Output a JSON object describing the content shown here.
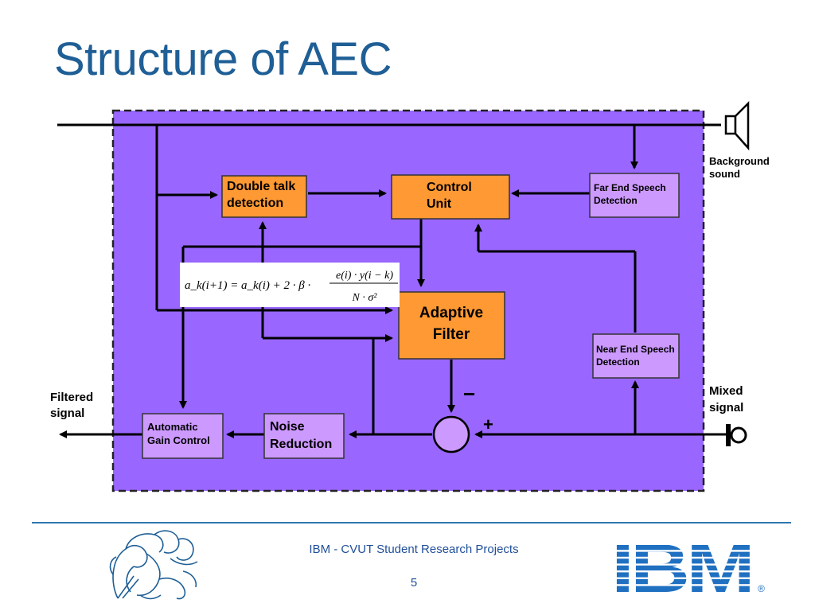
{
  "slide": {
    "title": "Structure of AEC",
    "footer_text": "IBM - CVUT Student Research Projects",
    "page_number": "5"
  },
  "diagram": {
    "blocks": {
      "double_talk": [
        "Double talk",
        "detection"
      ],
      "control_unit": [
        "Control",
        "Unit"
      ],
      "far_end": [
        "Far End Speech",
        "Detection"
      ],
      "adaptive_filter": [
        "Adaptive",
        "Filter"
      ],
      "near_end": [
        "Near End Speech",
        "Detection"
      ],
      "agc": [
        "Automatic",
        "Gain Control"
      ],
      "noise_reduction": [
        "Noise",
        "Reduction"
      ]
    },
    "external_labels": {
      "background_sound": [
        "Background",
        "sound"
      ],
      "filtered_signal": [
        "Filtered",
        "signal"
      ],
      "mixed_signal": [
        "Mixed",
        "signal"
      ]
    },
    "summer_signs": {
      "minus": "−",
      "plus": "+"
    },
    "formula": {
      "lhs": "a_k(i+1) = a_k(i) + 2 · β ·",
      "numerator": "e(i) · y(i − k)",
      "denominator": "N · σ²"
    },
    "colors": {
      "background": "#9966ff",
      "block_orange": "#ff9933",
      "block_lavender": "#cc99ff",
      "title_blue": "#1f5f96",
      "ibm_blue": "#1f70c1"
    }
  },
  "logos": {
    "cvut": "CVUT lion logo",
    "ibm": "IBM",
    "ibm_registered": "®"
  }
}
